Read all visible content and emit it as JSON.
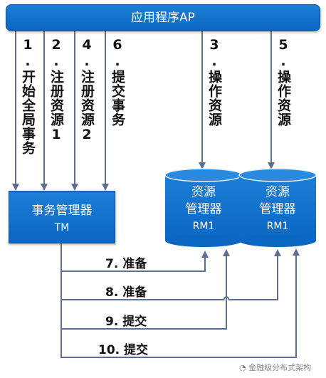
{
  "app": {
    "title": "应用程序AP"
  },
  "tm": {
    "line1": "事务管理器",
    "line2": "TM"
  },
  "rm1": {
    "line1": "资源",
    "line2": "管理器",
    "line3": "RM1"
  },
  "rm2": {
    "line1": "资源",
    "line2": "管理器",
    "line3": "RM1"
  },
  "steps_down": [
    {
      "label": "1.开始全局事务"
    },
    {
      "label": "2.注册资源1"
    },
    {
      "label": "4.注册资源2"
    },
    {
      "label": "6.提交事务"
    }
  ],
  "steps_ops": [
    {
      "label": "3.操作资源"
    },
    {
      "label": "5.操作资源"
    }
  ],
  "steps_tm": [
    {
      "label": "7. 准备"
    },
    {
      "label": "8. 准备"
    },
    {
      "label": "9. 提交"
    },
    {
      "label": "10. 提交"
    }
  ],
  "watermark": "金融级分布式架构",
  "colors": {
    "blue": "#0b67c2",
    "line": "#5a6f92"
  }
}
